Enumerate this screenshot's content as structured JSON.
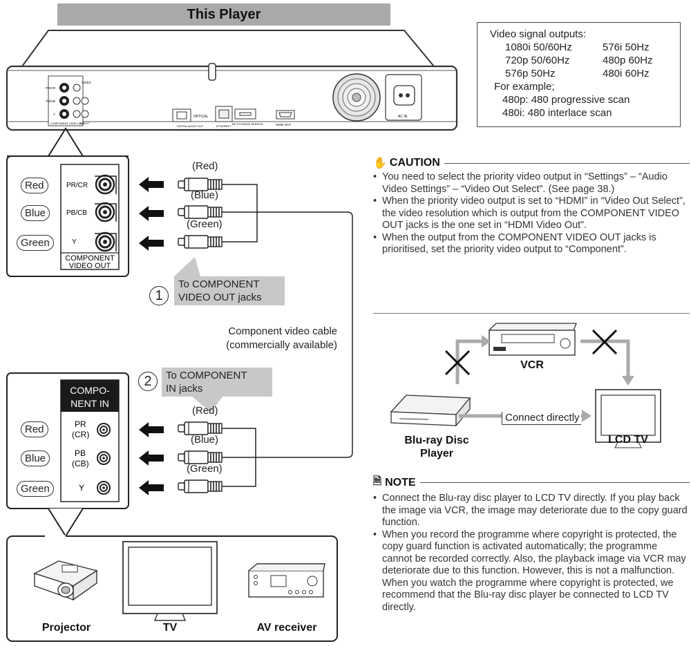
{
  "header": {
    "title": "This Player"
  },
  "signal_box": {
    "heading": "Video signal outputs:",
    "rows": [
      {
        "a": "1080i 50/60Hz",
        "b": "576i   50Hz"
      },
      {
        "a": "720p  50/60Hz",
        "b": "480p  60Hz"
      },
      {
        "a": "576p  50Hz",
        "b": "480i   60Hz"
      }
    ],
    "example_heading": "For example;",
    "examples": [
      "480p: 480 progressive scan",
      "480i:  480 interlace scan"
    ]
  },
  "panel_top": {
    "section_title": "COMPONENT VIDEO OUT",
    "section_title_lines": [
      "COMPONENT",
      "VIDEO OUT"
    ],
    "jacks": [
      {
        "color": "Red",
        "label": "PR/CR"
      },
      {
        "color": "Blue",
        "label": "PB/CB"
      },
      {
        "color": "Green",
        "label": "Y"
      }
    ]
  },
  "panel_bottom": {
    "header_lines": [
      "COMPO-",
      "NENT IN"
    ],
    "jacks": [
      {
        "color": "Red",
        "label": "PR",
        "sub": "(CR)"
      },
      {
        "color": "Blue",
        "label": "PB",
        "sub": "(CB)"
      },
      {
        "color": "Green",
        "label": "Y",
        "sub": ""
      }
    ]
  },
  "cables_top": [
    "(Red)",
    "(Blue)",
    "(Green)"
  ],
  "cables_bottom": [
    "(Red)",
    "(Blue)",
    "(Green)"
  ],
  "step1": {
    "num": "1",
    "lines": [
      "To COMPONENT",
      "VIDEO OUT jacks"
    ]
  },
  "step2": {
    "num": "2",
    "lines": [
      "To COMPONENT",
      "IN jacks"
    ]
  },
  "cable_caption": [
    "Component video cable",
    "(commercially available)"
  ],
  "rear_panel": {
    "labels": [
      "PR/CR",
      "PB/CB",
      "Y",
      "VIDEO",
      "COMPONENT VIDEO OUT",
      "AV OUT",
      "OPTICAL",
      "DIGITAL AUDIO OUT",
      "ETHERNET",
      "BD STORAGE SERVICE",
      "HDMI OUT",
      "AC IN"
    ]
  },
  "devices": [
    {
      "name": "Projector"
    },
    {
      "name": "TV"
    },
    {
      "name": "AV receiver"
    }
  ],
  "caution": {
    "title": "CAUTION",
    "items": [
      "You need to select the priority video output in “Settings” – “Audio Video Settings” – “Video Out Select”. (See page 38.)",
      "When the priority video output is set to “HDMI” in “Video Out Select”, the video resolution which is output from the COMPONENT VIDEO OUT jacks is the one set in “HDMI Video Out”.",
      "When the output from the COMPONENT VIDEO OUT jacks is prioritised, set the priority video output to “Component”."
    ]
  },
  "connection_diagram": {
    "vcr": "VCR",
    "player_lines": [
      "Blu-ray Disc",
      "Player"
    ],
    "tv": "LCD TV",
    "connect_label": "Connect directly"
  },
  "note": {
    "title": "NOTE",
    "items": [
      "Connect the Blu-ray disc player to LCD TV directly. If you play back the image via VCR, the image may deteriorate due to the copy guard function.",
      "When you record the programme where copyright is protected, the copy guard function is activated automatically; the programme cannot be recorded correctly. Also, the playback image via VCR may deteriorate due to this function. However, this is not a malfunction. When you watch the programme where copyright is protected, we recommend that the Blu-ray disc player be connected to LCD TV directly."
    ]
  },
  "colors": {
    "header_bg": "#a9a9a9",
    "callout_bg": "#c8c8c8",
    "panel_dark": "#1a1a1a"
  }
}
